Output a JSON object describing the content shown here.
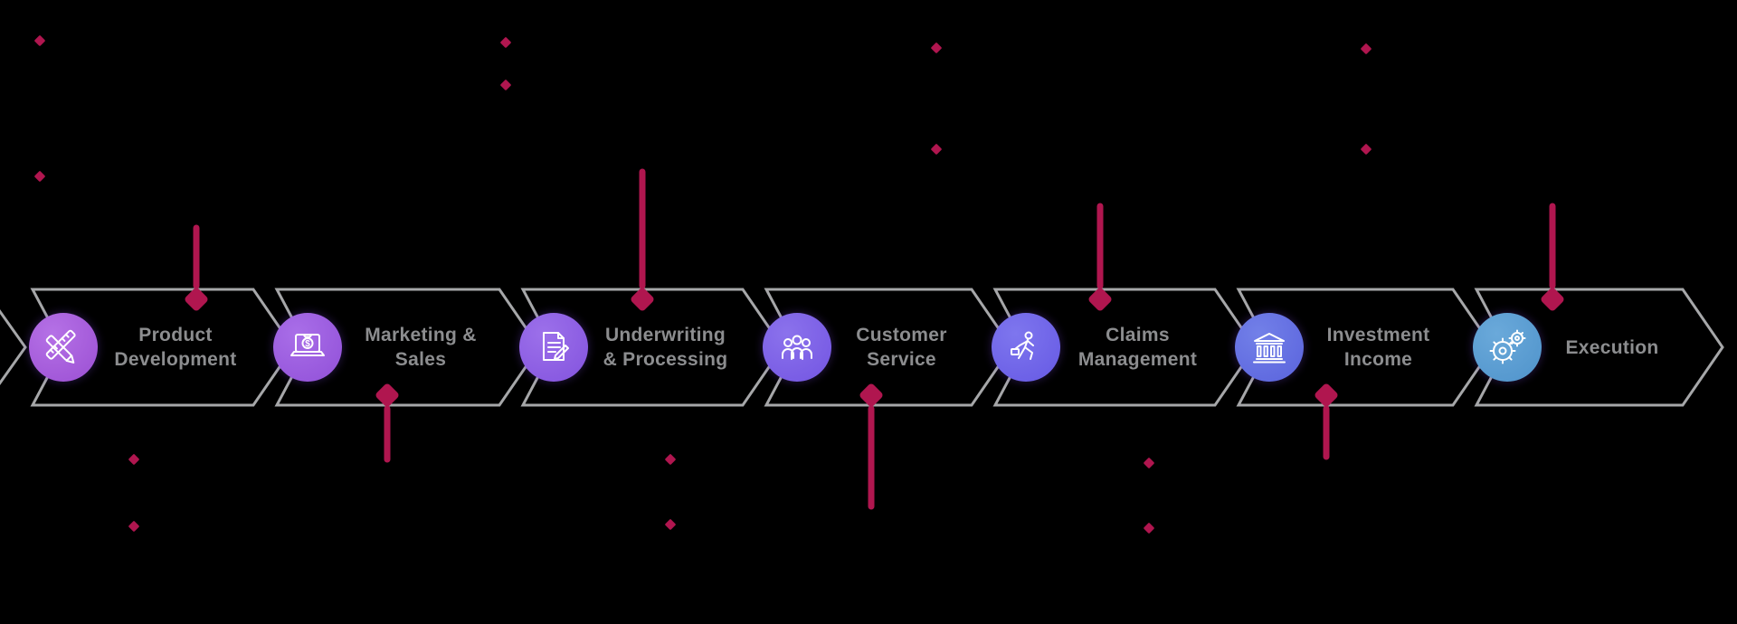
{
  "diagram_title": "",
  "theme": {
    "background": "#000000",
    "accent": "#b0164f",
    "outline": "#a6a7a9",
    "label_color": "#8c8d8f",
    "icon_stroke": "#ffffff"
  },
  "icons": {
    "dollar_glyph": "$"
  },
  "stages": [
    {
      "line1": "Product",
      "line2": "Development",
      "icon": "pencil-ruler-icon",
      "circle_color": "#9b4fd3",
      "circle_light": "#b571e6"
    },
    {
      "line1": "Marketing &",
      "line2": "Sales",
      "icon": "laptop-money-icon",
      "circle_color": "#9150d8",
      "circle_light": "#a96ee8"
    },
    {
      "line1": "Underwriting",
      "line2": "& Processing",
      "icon": "document-pencil-icon",
      "circle_color": "#8353de",
      "circle_light": "#9c70ea"
    },
    {
      "line1": "Customer",
      "line2": "Service",
      "icon": "team-icon",
      "circle_color": "#7355e2",
      "circle_light": "#8b72ec"
    },
    {
      "line1": "Claims",
      "line2": "Management",
      "icon": "businessman-icon",
      "circle_color": "#6659e4",
      "circle_light": "#7e76ee"
    },
    {
      "line1": "Investment",
      "line2": "Income",
      "icon": "bank-icon",
      "circle_color": "#5a63dd",
      "circle_light": "#7280e8"
    },
    {
      "line1": "Execution",
      "line2": "",
      "icon": "gears-icon",
      "circle_color": "#4f93cb",
      "circle_light": "#6aa9da"
    }
  ]
}
